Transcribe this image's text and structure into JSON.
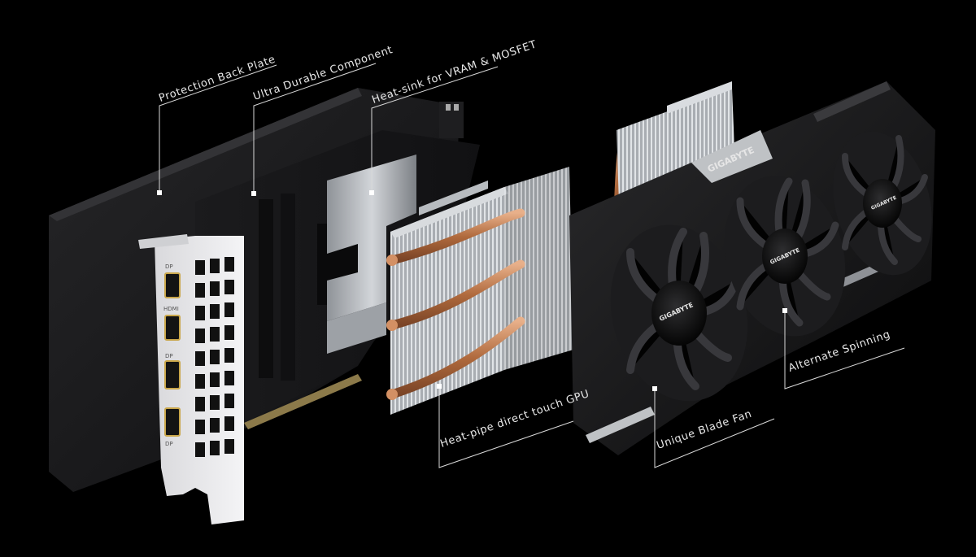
{
  "callouts": {
    "back_plate": "Protection Back Plate",
    "durable_component": "Ultra Durable Component",
    "heatsink_vram": "Heat-sink for VRAM & MOSFET",
    "heatpipe_gpu": "Heat-pipe direct touch GPU",
    "blade_fan": "Unique Blade Fan",
    "alternate_spinning": "Alternate Spinning"
  },
  "brand": {
    "logo_text": "GIGABYTE"
  },
  "bracket": {
    "port_labels": [
      "DP",
      "HDMI",
      "DP",
      "DP"
    ]
  },
  "colors": {
    "background": "#000000",
    "label_text": "#e8e8e8",
    "copper": "#c8875a",
    "aluminum": "#b9bdc2",
    "shroud": "#1a1a1c"
  }
}
